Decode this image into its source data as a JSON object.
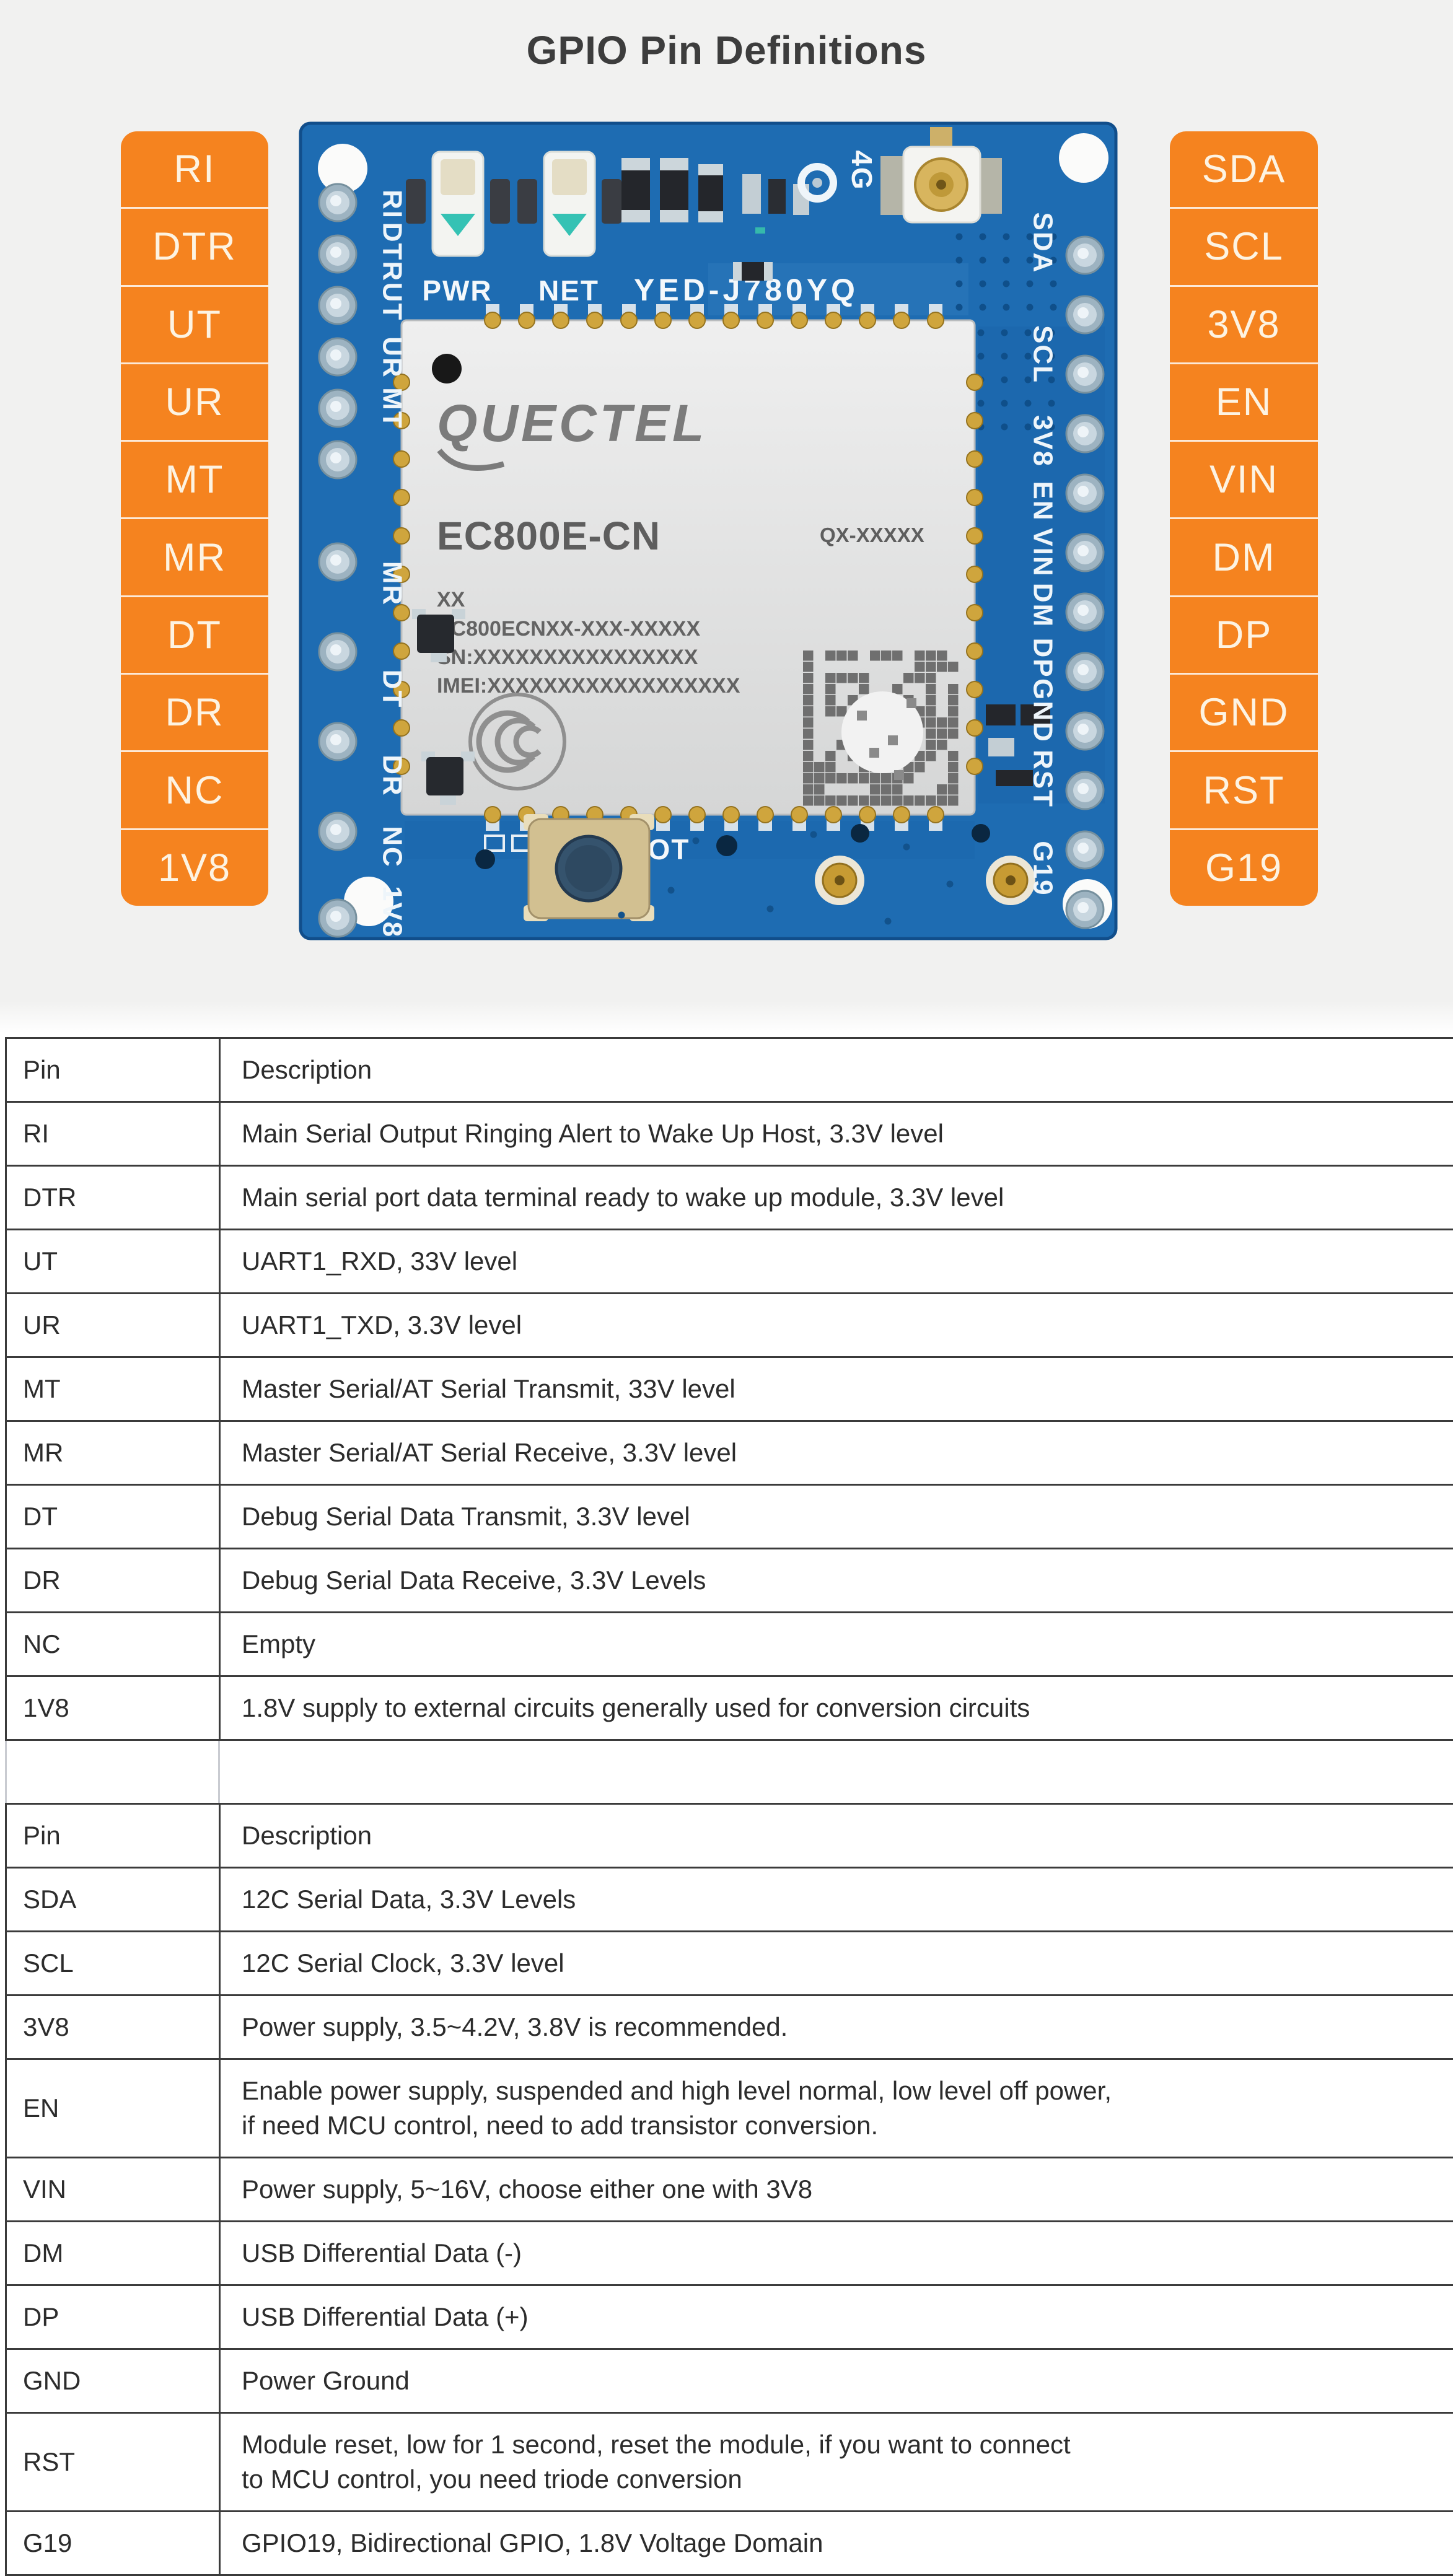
{
  "page": {
    "title": "GPIO Pin Definitions",
    "background_gray": "#f1f1f0",
    "accent_orange": "#f5831f",
    "pcb_blue": "#1e6cb2"
  },
  "pin_labels": {
    "left": [
      "RI",
      "DTR",
      "UT",
      "UR",
      "MT",
      "MR",
      "DT",
      "DR",
      "NC",
      "1V8"
    ],
    "right": [
      "SDA",
      "SCL",
      "3V8",
      "EN",
      "VIN",
      "DM",
      "DP",
      "GND",
      "RST",
      "G19"
    ]
  },
  "board": {
    "silk": {
      "pwr": "PWR",
      "net": "NET",
      "board_model": "YED-J780YQ",
      "antenna": "4G",
      "boot": "BOOT"
    },
    "module": {
      "brand": "QUECTEL",
      "model": "EC800E-CN",
      "code": "QX-XXXXX",
      "line_xx": "XX",
      "line_pn": "EC800ECNXX-XXX-XXXXX",
      "line_sn": "SN:XXXXXXXXXXXXXXXX",
      "line_imei": "IMEI:XXXXXXXXXXXXXXXXXX"
    }
  },
  "tables": [
    {
      "headers": [
        "Pin",
        "Description"
      ],
      "rows": [
        [
          "RI",
          "Main Serial Output Ringing Alert to Wake Up Host, 3.3V level"
        ],
        [
          "DTR",
          "Main serial port data terminal ready to wake up module, 3.3V level"
        ],
        [
          "UT",
          "UART1_RXD, 33V level"
        ],
        [
          "UR",
          "UART1_TXD, 3.3V level"
        ],
        [
          "MT",
          "Master Serial/AT Serial Transmit, 33V level"
        ],
        [
          "MR",
          "Master Serial/AT Serial Receive, 3.3V level"
        ],
        [
          "DT",
          "Debug Serial Data Transmit, 3.3V level"
        ],
        [
          "DR",
          "Debug Serial Data Receive, 3.3V Levels"
        ],
        [
          "NC",
          "Empty"
        ],
        [
          "1V8",
          "1.8V supply to external circuits generally used for conversion circuits"
        ]
      ]
    },
    {
      "headers": [
        "Pin",
        "Description"
      ],
      "rows": [
        [
          "SDA",
          "12C Serial Data, 3.3V Levels"
        ],
        [
          "SCL",
          "12C Serial Clock, 3.3V level"
        ],
        [
          "3V8",
          "Power supply, 3.5~4.2V, 3.8V is recommended."
        ],
        [
          "EN",
          "Enable power supply, suspended and high level normal, low level off power,\n if need MCU control, need to add transistor conversion."
        ],
        [
          "VIN",
          "Power supply, 5~16V, choose either one with 3V8"
        ],
        [
          "DM",
          "USB Differential Data (-)"
        ],
        [
          "DP",
          "USB Differential Data (+)"
        ],
        [
          "GND",
          "Power Ground"
        ],
        [
          "RST",
          "Module reset, low for 1 second, reset the module, if you want to connect\nto MCU control, you need triode conversion"
        ],
        [
          "G19",
          "GPIO19, Bidirectional GPIO, 1.8V Voltage Domain"
        ]
      ]
    }
  ]
}
